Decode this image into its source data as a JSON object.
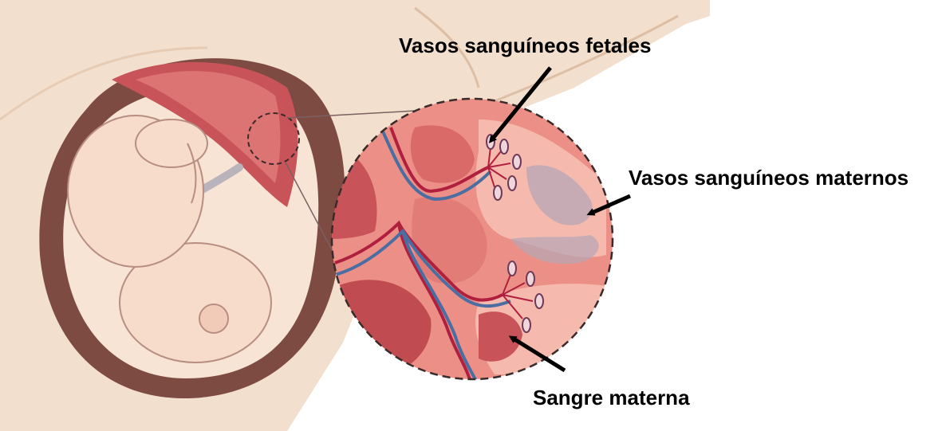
{
  "labels": {
    "fetal_vessels": "Vasos sanguíneos fetales",
    "maternal_vessels": "Vasos sanguíneos maternos",
    "maternal_blood": "Sangre materna"
  },
  "colors": {
    "skin": "#f3dfcd",
    "skin_outline": "#dcbfa6",
    "uterus_wall": "#7e4b43",
    "uterus_inner": "#f7e4d4",
    "placenta": "#c8545a",
    "placenta_light": "#e98a83",
    "tissue": "#ec8f86",
    "tissue_light": "#f5b9ae",
    "maternal_vessel": "#b7a7b5",
    "fetal_vessel_red": "#b0203e",
    "fetal_vessel_blue": "#4a6ea2",
    "cord": "#b9b4bc",
    "fetus": "#f7dccb",
    "fetus_outline": "#b88e83",
    "arrow": "#000000"
  }
}
